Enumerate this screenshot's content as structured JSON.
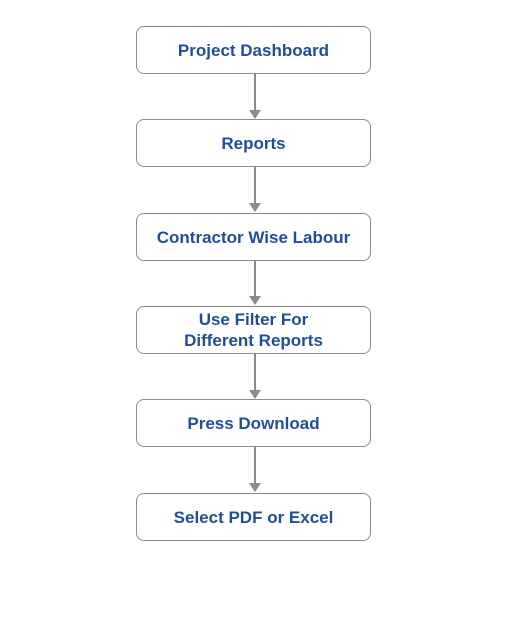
{
  "flowchart": {
    "steps": [
      {
        "label": "Project Dashboard"
      },
      {
        "label": "Reports"
      },
      {
        "label": "Contractor Wise Labour"
      },
      {
        "label": "Use Filter For\nDifferent Reports"
      },
      {
        "label": "Press Download"
      },
      {
        "label": "Select PDF or Excel"
      }
    ],
    "colors": {
      "text": "#1f4e9c",
      "border": "#8c8c8c",
      "arrow": "#8c8c8c",
      "background": "#ffffff"
    }
  }
}
